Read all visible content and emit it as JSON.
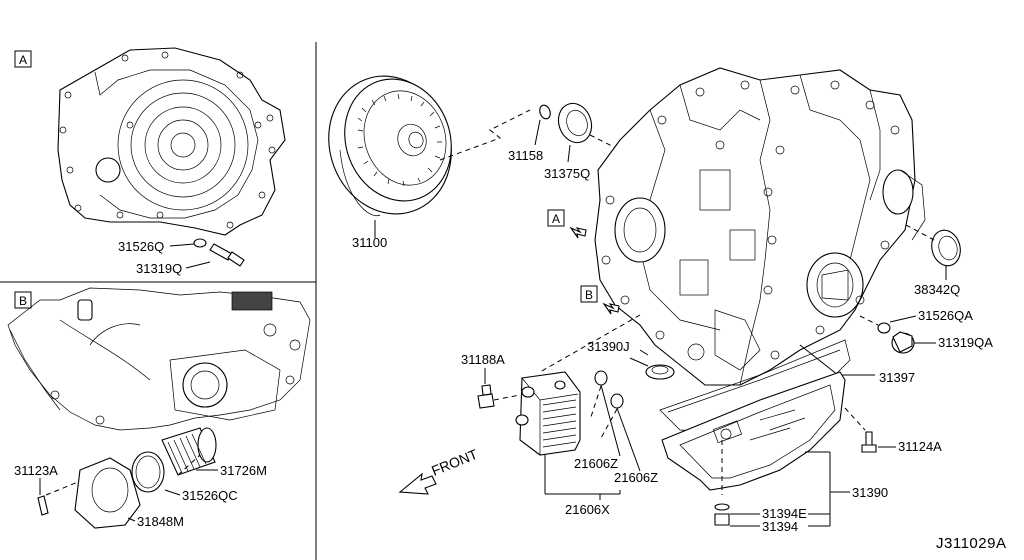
{
  "diagram": {
    "reference_code": "J311029A",
    "front_label": "FRONT",
    "inset_a_tag": "A",
    "inset_b_tag": "B",
    "pointer_a_tag": "A",
    "pointer_b_tag": "B"
  },
  "parts": {
    "p31526Q": "31526Q",
    "p31319Q": "31319Q",
    "p31100": "31100",
    "p31158": "31158",
    "p31375Q": "31375Q",
    "p38342Q": "38342Q",
    "p31526QA": "31526QA",
    "p31319QA": "31319QA",
    "p31188A": "31188A",
    "p31390J": "31390J",
    "p31397": "31397",
    "p31124A": "31124A",
    "p21606Z_a": "21606Z",
    "p21606Z_b": "21606Z",
    "p21606X": "21606X",
    "p31390": "31390",
    "p31394E": "31394E",
    "p31394": "31394",
    "p31123A": "31123A",
    "p31726M": "31726M",
    "p31526QC": "31526QC",
    "p31848M": "31848M"
  }
}
